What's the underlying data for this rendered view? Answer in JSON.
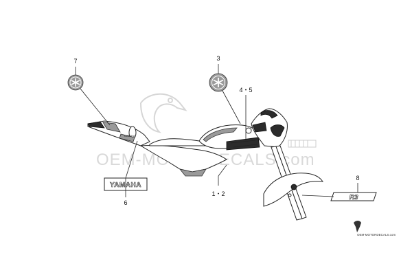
{
  "callouts": {
    "c7": "7",
    "c3": "3",
    "c45": "4・5",
    "c12": "1・2",
    "c6": "6",
    "c8": "8"
  },
  "decals": {
    "yamaha_text": "YAMAHA",
    "model_mark": "R3"
  },
  "watermark": {
    "site": "OEM-MOTORDECALS.com",
    "footer": "OEM-MOTORDECALS.com"
  },
  "colors": {
    "line": "#222222",
    "fill_dark": "#2b2b2b",
    "fill_grey": "#9a9a9a",
    "watermark": "#d9d9d9"
  }
}
